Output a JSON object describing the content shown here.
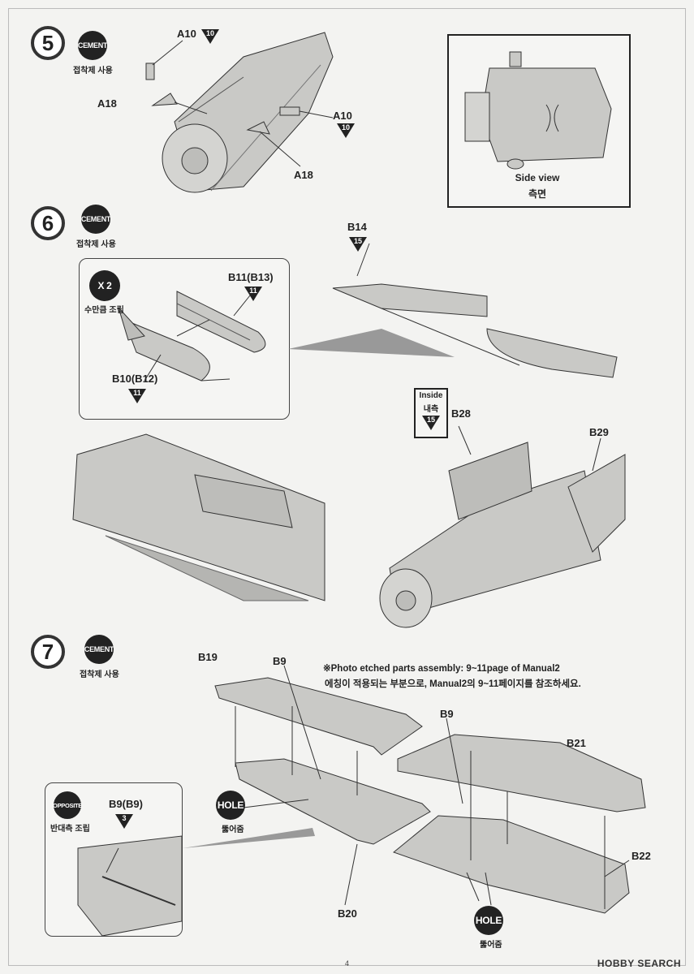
{
  "steps": [
    {
      "number": "5",
      "badge": "CEMENT",
      "badge_sub": "접착제 사용"
    },
    {
      "number": "6",
      "badge": "CEMENT",
      "badge_sub": "접착제 사용"
    },
    {
      "number": "7",
      "badge": "CEMENT",
      "badge_sub": "접착제 사용"
    }
  ],
  "step5": {
    "labels": {
      "a10_top": "A10",
      "a10_top_num": "10",
      "a18_left": "A18",
      "a10_right": "A10",
      "a10_right_num": "10",
      "a18_bottom": "A18"
    },
    "side_view": {
      "en": "Side view",
      "ko": "측면"
    }
  },
  "step6": {
    "inset": {
      "badge": "X 2",
      "badge_sub": "수만큼 조립",
      "b11": "B11(B13)",
      "b11_num": "11",
      "b10": "B10(B12)",
      "b10_num": "11"
    },
    "b14": "B14",
    "b14_num": "15",
    "inside": {
      "en": "Inside",
      "ko": "내측",
      "num": "15"
    },
    "b28": "B28",
    "b29": "B29"
  },
  "step7": {
    "note_en": "※Photo etched parts assembly: 9~11page of Manual2",
    "note_ko": "에칭이 적용되는 부분으로, Manual2의 9~11페이지를 참조하세요.",
    "b19": "B19",
    "b9_a": "B9",
    "b9_b": "B9",
    "b21": "B21",
    "b22": "B22",
    "b20": "B20",
    "hole": "HOLE",
    "hole_sub": "뚫어줌",
    "opposite": "OPPOSITE",
    "opposite_sub": "반대측 조립",
    "b9b9": "B9(B9)",
    "b9b9_num": "3"
  },
  "footer": {
    "page": "4",
    "watermark": "HOBBY SEARCH"
  },
  "colors": {
    "part_fill": "#c9c9c6",
    "line": "#333333",
    "shadow": "#8a8a88"
  }
}
